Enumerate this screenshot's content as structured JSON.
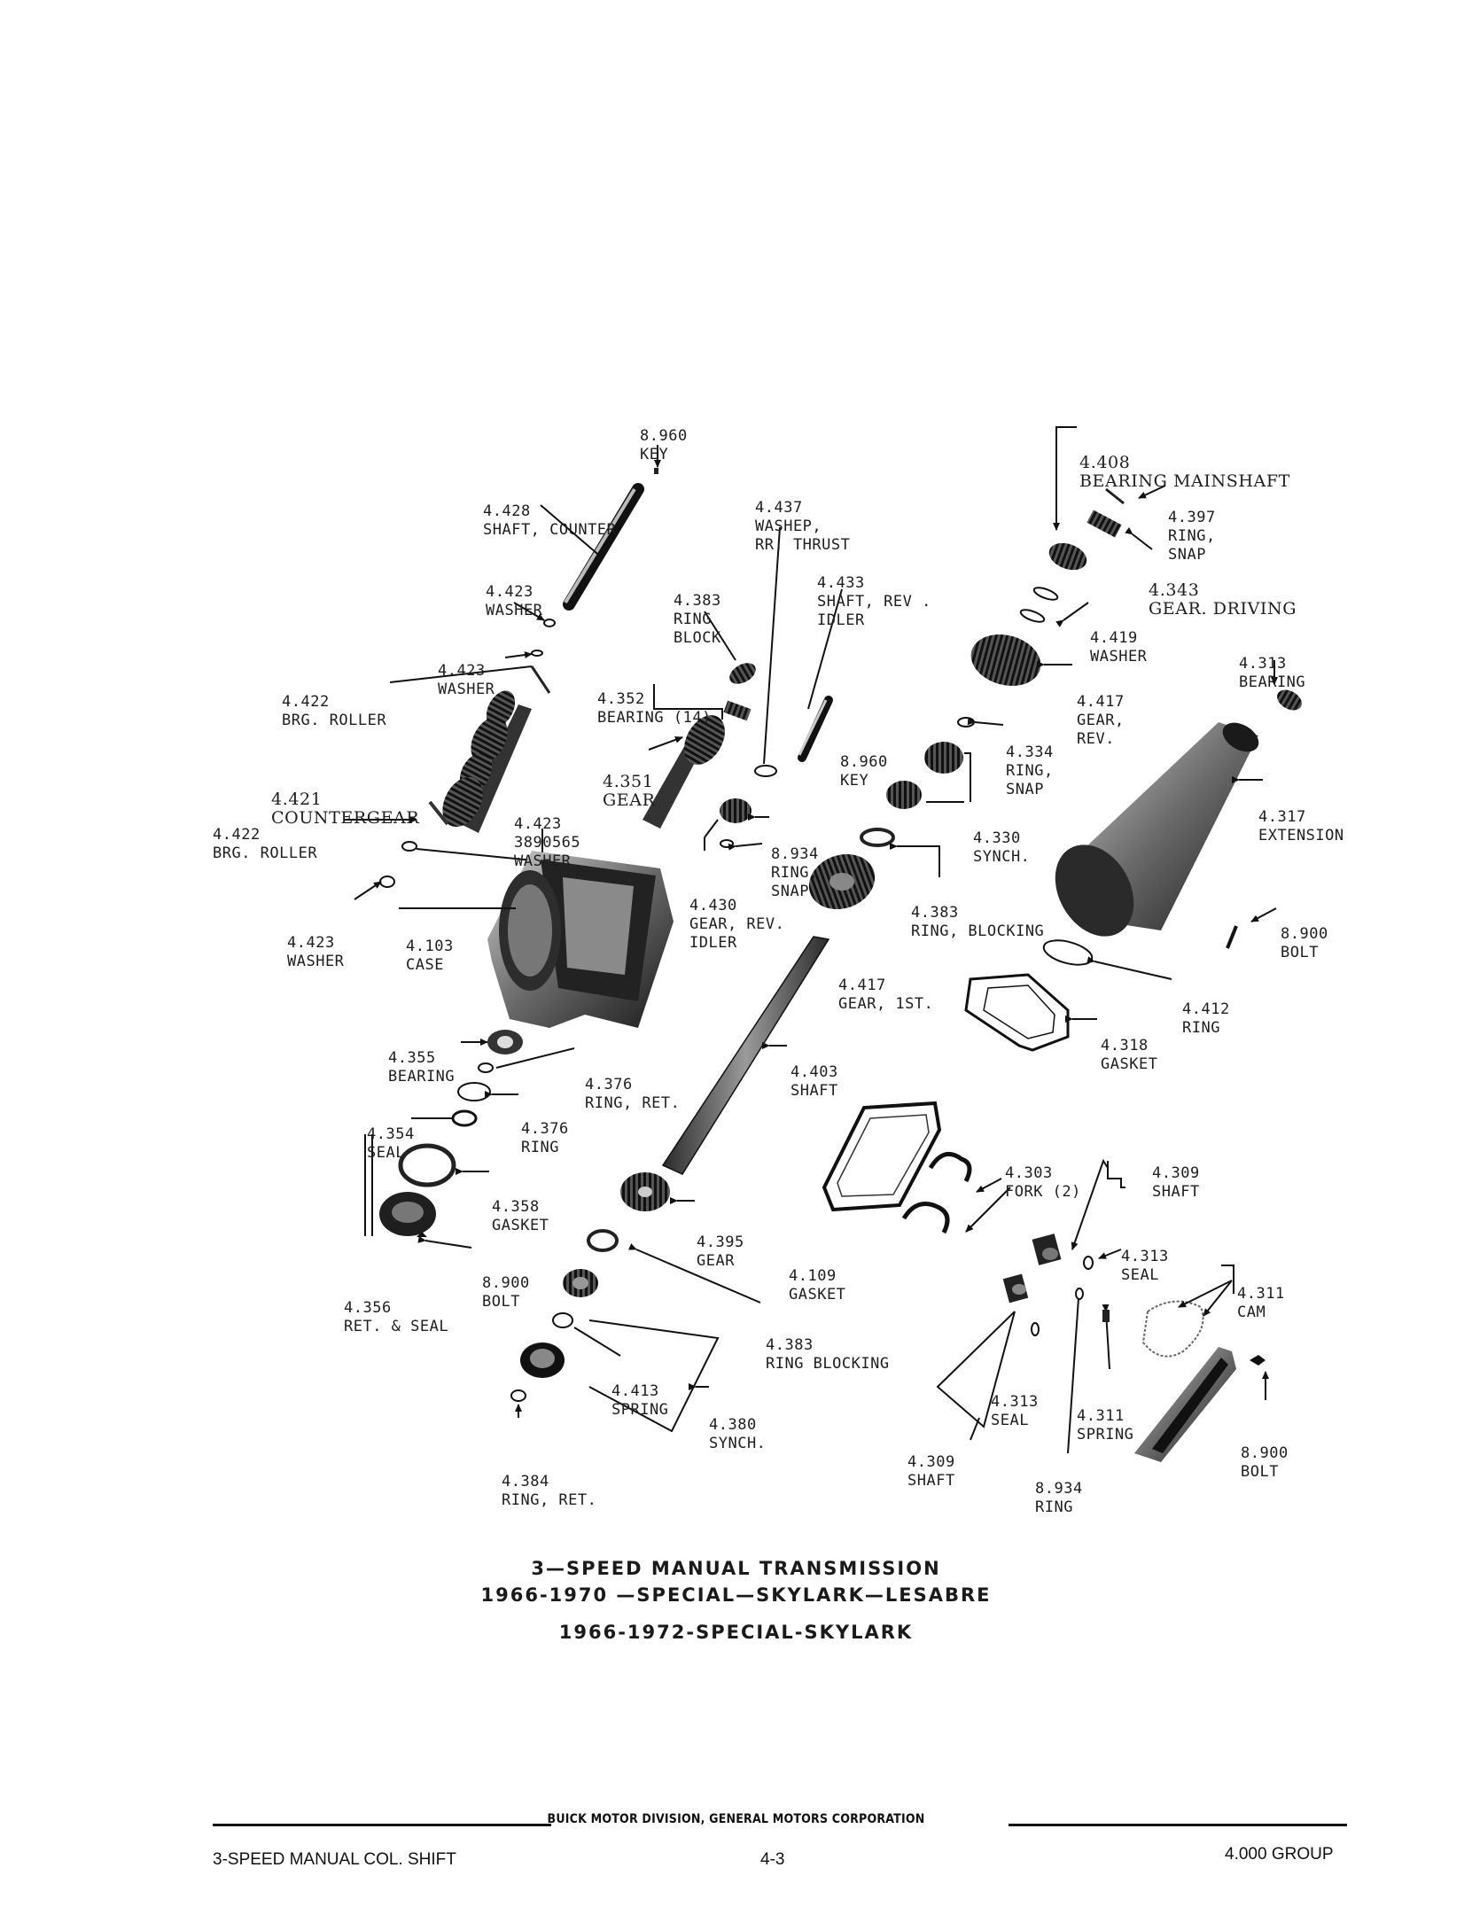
{
  "callouts": [
    {
      "id": "key-top",
      "lines": [
        "8.960",
        "KEY"
      ]
    },
    {
      "id": "shaft-counter",
      "lines": [
        "4.428",
        "SHAFT, COUNTER"
      ]
    },
    {
      "id": "washer-rr-thrust",
      "lines": [
        "4.437",
        "WASHEP,",
        "RR. THRUST"
      ]
    },
    {
      "id": "shaft-rev-idler",
      "lines": [
        "4.433",
        "SHAFT, REV .",
        "IDLER"
      ]
    },
    {
      "id": "ring-block",
      "lines": [
        "4.383",
        "RING",
        "BLOCK"
      ]
    },
    {
      "id": "washer-4423-a",
      "lines": [
        "4.423",
        "WASHER"
      ]
    },
    {
      "id": "washer-4423-b",
      "lines": [
        "4.423",
        "WASHER"
      ]
    },
    {
      "id": "brg-roller-a",
      "lines": [
        "4.422",
        "BRG. ROLLER"
      ]
    },
    {
      "id": "bearing-14",
      "lines": [
        "4.352",
        "BEARING (14)"
      ]
    },
    {
      "id": "gear-4351",
      "lines": [
        "4.351",
        "GEAR"
      ]
    },
    {
      "id": "key-mid",
      "lines": [
        "8.960",
        "KEY"
      ]
    },
    {
      "id": "countergear",
      "lines": [
        "4.421",
        "COUNTERGEAR"
      ]
    },
    {
      "id": "brg-roller-b",
      "lines": [
        "4.422",
        "BRG. ROLLER"
      ]
    },
    {
      "id": "washer-3890565",
      "lines": [
        "4.423",
        "3890565",
        "WASHER"
      ]
    },
    {
      "id": "ring-snap-8934",
      "lines": [
        "8.934",
        "RING,",
        "SNAP"
      ]
    },
    {
      "id": "gear-rev-idler",
      "lines": [
        "4.430",
        "GEAR, REV.",
        "IDLER"
      ]
    },
    {
      "id": "washer-4423-c",
      "lines": [
        "4.423",
        "WASHER"
      ]
    },
    {
      "id": "case",
      "lines": [
        "4.103",
        "CASE"
      ]
    },
    {
      "id": "bearing-mainshaft",
      "lines": [
        "4.408",
        "BEARING MAINSHAFT"
      ]
    },
    {
      "id": "ring-snap-4397",
      "lines": [
        "4.397",
        "RING,",
        "SNAP"
      ]
    },
    {
      "id": "gear-driving",
      "lines": [
        "4.343",
        "GEAR. DRIVING"
      ]
    },
    {
      "id": "washer-4419",
      "lines": [
        "4.419",
        "WASHER"
      ]
    },
    {
      "id": "bearing-4313",
      "lines": [
        "4.313",
        "BEARING"
      ]
    },
    {
      "id": "gear-rev-4417",
      "lines": [
        "4.417",
        "GEAR,",
        "REV."
      ]
    },
    {
      "id": "ring-snap-4334",
      "lines": [
        "4.334",
        "RING,",
        "SNAP"
      ]
    },
    {
      "id": "synch-4330",
      "lines": [
        "4.330",
        "SYNCH."
      ]
    },
    {
      "id": "extension",
      "lines": [
        "4.317",
        "EXTENSION"
      ]
    },
    {
      "id": "ring-blocking-4383",
      "lines": [
        "4.383",
        "RING, BLOCKING"
      ]
    },
    {
      "id": "gear-1st",
      "lines": [
        "4.417",
        "GEAR, 1ST."
      ]
    },
    {
      "id": "bolt-ext",
      "lines": [
        "8.900",
        "BOLT"
      ]
    },
    {
      "id": "ring-4412",
      "lines": [
        "4.412",
        "RING"
      ]
    },
    {
      "id": "gasket-4318",
      "lines": [
        "4.318",
        "GASKET"
      ]
    },
    {
      "id": "bearing-4355",
      "lines": [
        "4.355",
        "BEARING"
      ]
    },
    {
      "id": "ring-ret-4376",
      "lines": [
        "4.376",
        "RING, RET."
      ]
    },
    {
      "id": "shaft-4403",
      "lines": [
        "4.403",
        "SHAFT"
      ]
    },
    {
      "id": "seal-4354",
      "lines": [
        "4.354",
        "SEAL"
      ]
    },
    {
      "id": "ring-4376",
      "lines": [
        "4.376",
        "RING"
      ]
    },
    {
      "id": "gasket-4358",
      "lines": [
        "4.358",
        "GASKET"
      ]
    },
    {
      "id": "bolt-8900-a",
      "lines": [
        "8.900",
        "BOLT"
      ]
    },
    {
      "id": "ret-seal",
      "lines": [
        "4.356",
        "RET. & SEAL"
      ]
    },
    {
      "id": "gear-4395",
      "lines": [
        "4.395",
        "GEAR"
      ]
    },
    {
      "id": "fork",
      "lines": [
        "4.303",
        "FORK (2)"
      ]
    },
    {
      "id": "shaft-4309-top",
      "lines": [
        "4.309",
        "SHAFT"
      ]
    },
    {
      "id": "seal-4313-a",
      "lines": [
        "4.313",
        "SEAL"
      ]
    },
    {
      "id": "cam",
      "lines": [
        "4.311",
        "CAM"
      ]
    },
    {
      "id": "gasket-4109",
      "lines": [
        "4.109",
        "GASKET"
      ]
    },
    {
      "id": "ring-blocking-bottom",
      "lines": [
        "4.383",
        "RING BLOCKING"
      ]
    },
    {
      "id": "spring-4413",
      "lines": [
        "4.413",
        "SPRING"
      ]
    },
    {
      "id": "synch-4380",
      "lines": [
        "4.380",
        "SYNCH."
      ]
    },
    {
      "id": "ring-ret-4384",
      "lines": [
        "4.384",
        "RING, RET."
      ]
    },
    {
      "id": "seal-4313-b",
      "lines": [
        "4.313",
        "SEAL"
      ]
    },
    {
      "id": "spring-4311",
      "lines": [
        "4.311",
        "SPRING"
      ]
    },
    {
      "id": "shaft-4309-bottom",
      "lines": [
        "4.309",
        "SHAFT"
      ]
    },
    {
      "id": "ring-8934-bottom",
      "lines": [
        "8.934",
        "RING"
      ]
    },
    {
      "id": "bolt-8900-b",
      "lines": [
        "8.900",
        "BOLT"
      ]
    }
  ],
  "caption": {
    "line1": "3—SPEED MANUAL TRANSMISSION",
    "line2": "1966-1970 —SPECIAL—SKYLARK—LESABRE",
    "line3": "1966-1972-SPECIAL-SKYLARK"
  },
  "footer": {
    "left": "3-SPEED MANUAL COL. SHIFT",
    "center": "BUICK MOTOR DIVISION, GENERAL MOTORS CORPORATION",
    "page": "4-3",
    "right": "4.000 GROUP"
  }
}
